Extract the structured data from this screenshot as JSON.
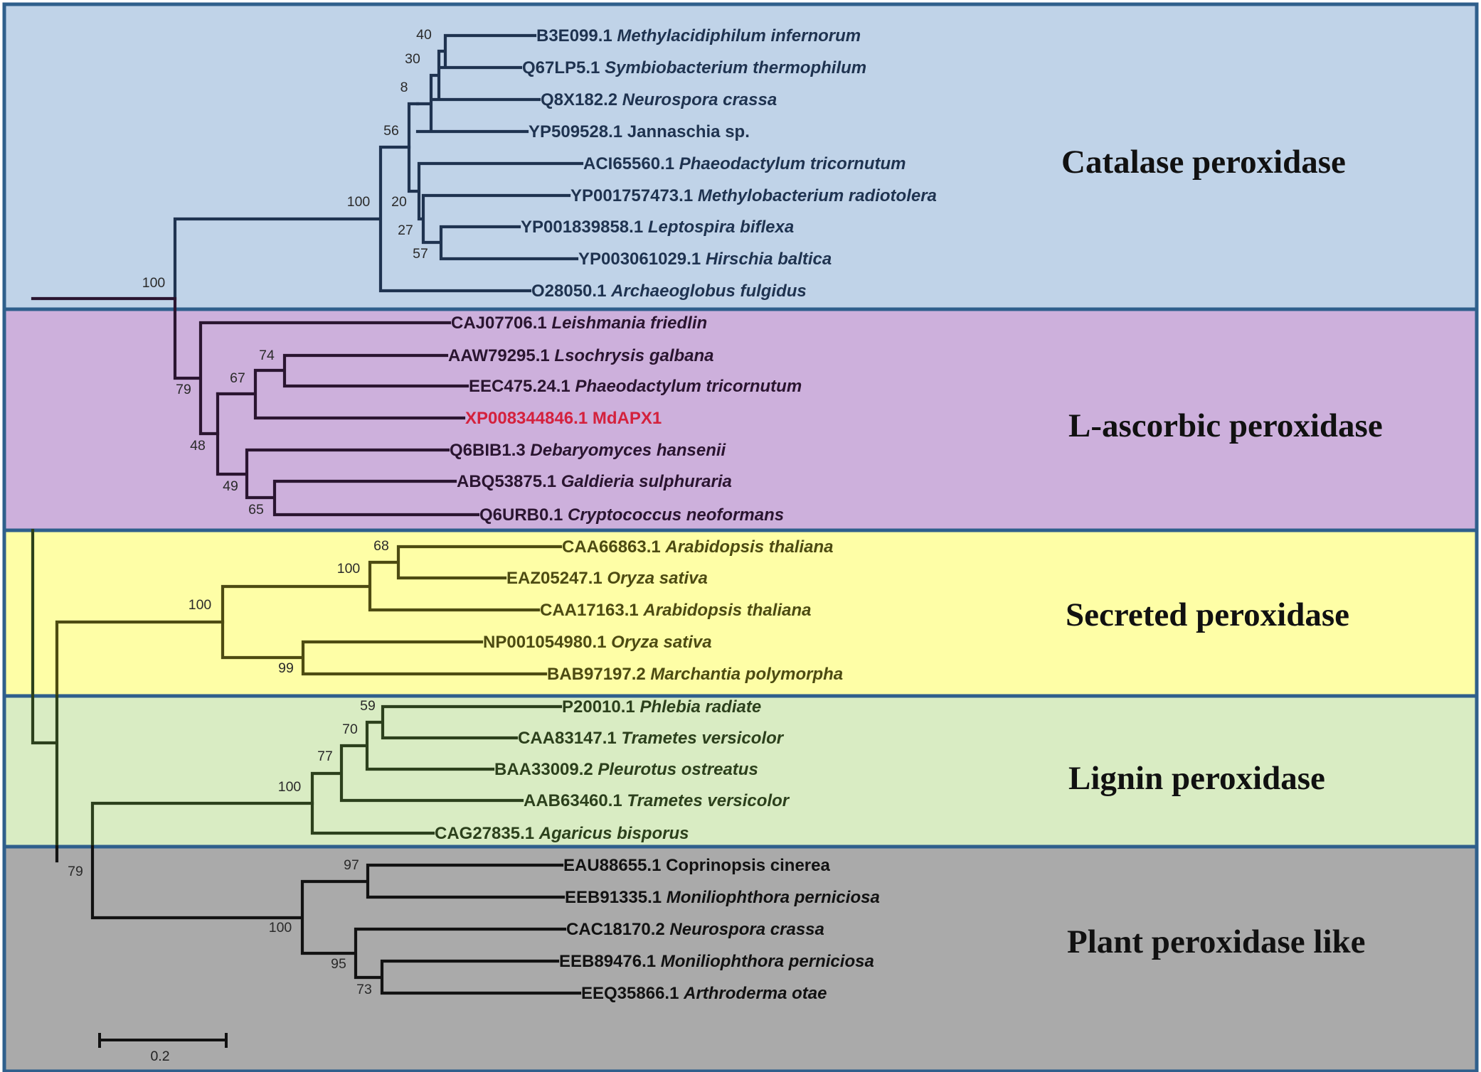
{
  "colors": {
    "border": "#2f5f8c",
    "catalase": "#c0d3e8",
    "ascorbic": "#cdb0dc",
    "secreted": "#fefea6",
    "lignin": "#d9ecc3",
    "plant_like": "#aaaaaa",
    "highlight": "#d4213d"
  },
  "groups": [
    {
      "label": "Catalase peroxidase",
      "band_color": "catalase",
      "line_color": "#1f3350"
    },
    {
      "label": "L-ascorbic peroxidase",
      "band_color": "ascorbic",
      "line_color": "#2a1530"
    },
    {
      "label": "Secreted peroxidase",
      "band_color": "secreted",
      "line_color": "#4d4b12"
    },
    {
      "label": "Lignin peroxidase",
      "band_color": "lignin",
      "line_color": "#2c401c"
    },
    {
      "label": "Plant peroxidase like",
      "band_color": "plant_like",
      "line_color": "#121212"
    }
  ],
  "taxa": [
    {
      "accession": "B3E099.1",
      "species": "Methylacidiphilum infernorum",
      "group": 0
    },
    {
      "accession": "Q67LP5.1",
      "species": "Symbiobacterium thermophilum",
      "group": 0
    },
    {
      "accession": "Q8X182.2",
      "species": "Neurospora crassa",
      "group": 0
    },
    {
      "accession": "YP509528.1",
      "species": "Jannaschia sp.",
      "group": 0,
      "species_italic": false
    },
    {
      "accession": "ACI65560.1",
      "species": "Phaeodactylum tricornutum",
      "group": 0
    },
    {
      "accession": "YP001757473.1",
      "species": "Methylobacterium radiotolera",
      "group": 0
    },
    {
      "accession": "YP001839858.1",
      "species": "Leptospira biflexa",
      "group": 0
    },
    {
      "accession": "YP003061029.1",
      "species": "Hirschia baltica",
      "group": 0
    },
    {
      "accession": "O28050.1",
      "species": "Archaeoglobus fulgidus",
      "group": 0
    },
    {
      "accession": "CAJ07706.1",
      "species": "Leishmania friedlin",
      "group": 1
    },
    {
      "accession": "AAW79295.1",
      "species": "Lsochrysis galbana",
      "group": 1
    },
    {
      "accession": "EEC475.24.1",
      "species": "Phaeodactylum tricornutum",
      "group": 1
    },
    {
      "accession": "XP008344846.1",
      "species": "MdAPX1",
      "group": 1,
      "highlight": true,
      "species_italic": false
    },
    {
      "accession": "Q6BIB1.3",
      "species": "Debaryomyces hansenii",
      "group": 1
    },
    {
      "accession": "ABQ53875.1",
      "species": "Galdieria sulphuraria",
      "group": 1
    },
    {
      "accession": "Q6URB0.1",
      "species": "Cryptococcus neoformans",
      "group": 1
    },
    {
      "accession": "CAA66863.1",
      "species": "Arabidopsis thaliana",
      "group": 2
    },
    {
      "accession": "EAZ05247.1",
      "species": "Oryza sativa",
      "group": 2
    },
    {
      "accession": "CAA17163.1",
      "species": "Arabidopsis thaliana",
      "group": 2
    },
    {
      "accession": "NP001054980.1",
      "species": "Oryza sativa",
      "group": 2
    },
    {
      "accession": "BAB97197.2",
      "species": "Marchantia polymorpha",
      "group": 2
    },
    {
      "accession": "P20010.1",
      "species": "Phlebia radiate",
      "group": 3
    },
    {
      "accession": "CAA83147.1",
      "species": "Trametes versicolor",
      "group": 3
    },
    {
      "accession": "BAA33009.2",
      "species": "Pleurotus ostreatus",
      "group": 3
    },
    {
      "accession": "AAB63460.1",
      "species": "Trametes versicolor",
      "group": 3
    },
    {
      "accession": "CAG27835.1",
      "species": "Agaricus bisporus",
      "group": 3
    },
    {
      "accession": "EAU88655.1",
      "species": "Coprinopsis cinerea",
      "group": 4,
      "species_italic": false
    },
    {
      "accession": "EEB91335.1",
      "species": "Moniliophthora perniciosa",
      "group": 4
    },
    {
      "accession": "CAC18170.2",
      "species": "Neurospora crassa",
      "group": 4
    },
    {
      "accession": "EEB89476.1",
      "species": "Moniliophthora perniciosa",
      "group": 4
    },
    {
      "accession": "EEQ35866.1",
      "species": "Arthroderma otae",
      "group": 4
    }
  ],
  "bootstrap_values": [
    "40",
    "30",
    "8",
    "56",
    "20",
    "27",
    "57",
    "100",
    "100",
    "79",
    "74",
    "67",
    "48",
    "49",
    "65",
    "68",
    "100",
    "100",
    "99",
    "59",
    "70",
    "77",
    "100",
    "79",
    "97",
    "100",
    "95",
    "73"
  ],
  "scale_bar": {
    "label": "0.2",
    "length": 0.2
  }
}
